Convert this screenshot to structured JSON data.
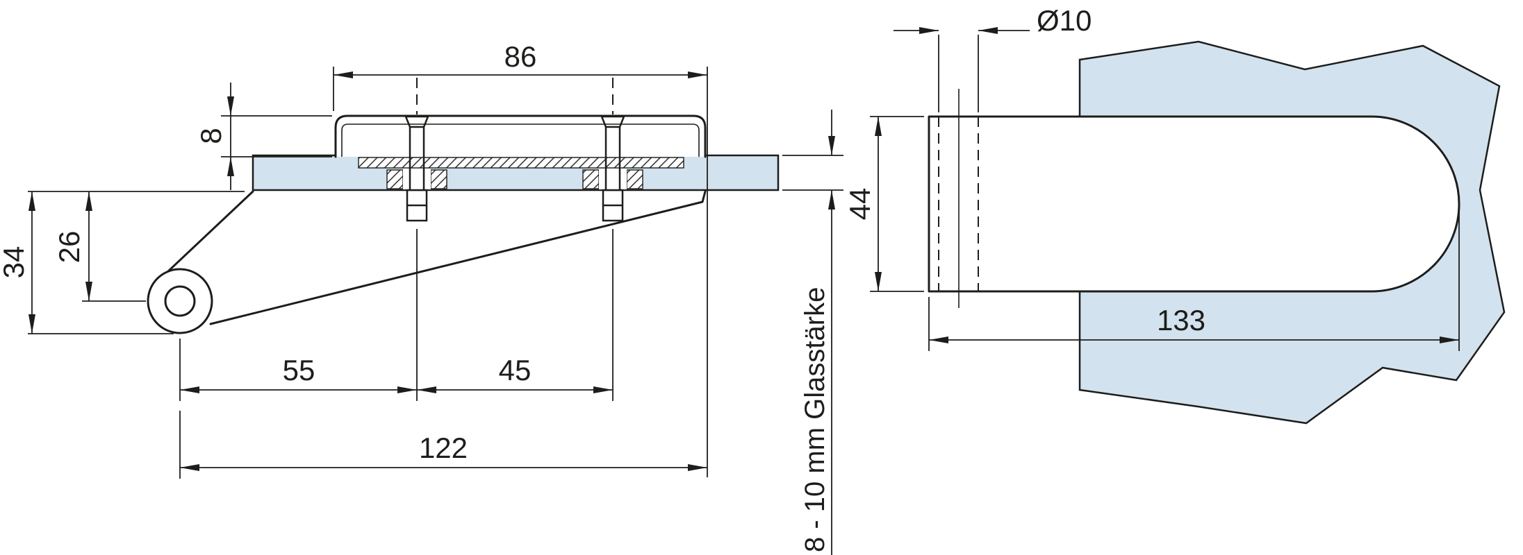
{
  "drawing": {
    "background": "#ffffff",
    "line_color": "#1d1d1b",
    "glass_fill": "#d2e2ee",
    "side_view": {
      "dim_top_width": "86",
      "dim_plate_thickness": "8",
      "dim_overall_height": "34",
      "dim_pivot_height": "26",
      "dim_pivot_to_bolt": "55",
      "dim_bolt_spacing": "45",
      "dim_overall_length": "122",
      "glass_thickness_label": "8 - 10 mm Glasstärke"
    },
    "front_view": {
      "dim_hole_diameter": "Ø10",
      "dim_body_width": "44",
      "dim_body_length": "133"
    }
  }
}
